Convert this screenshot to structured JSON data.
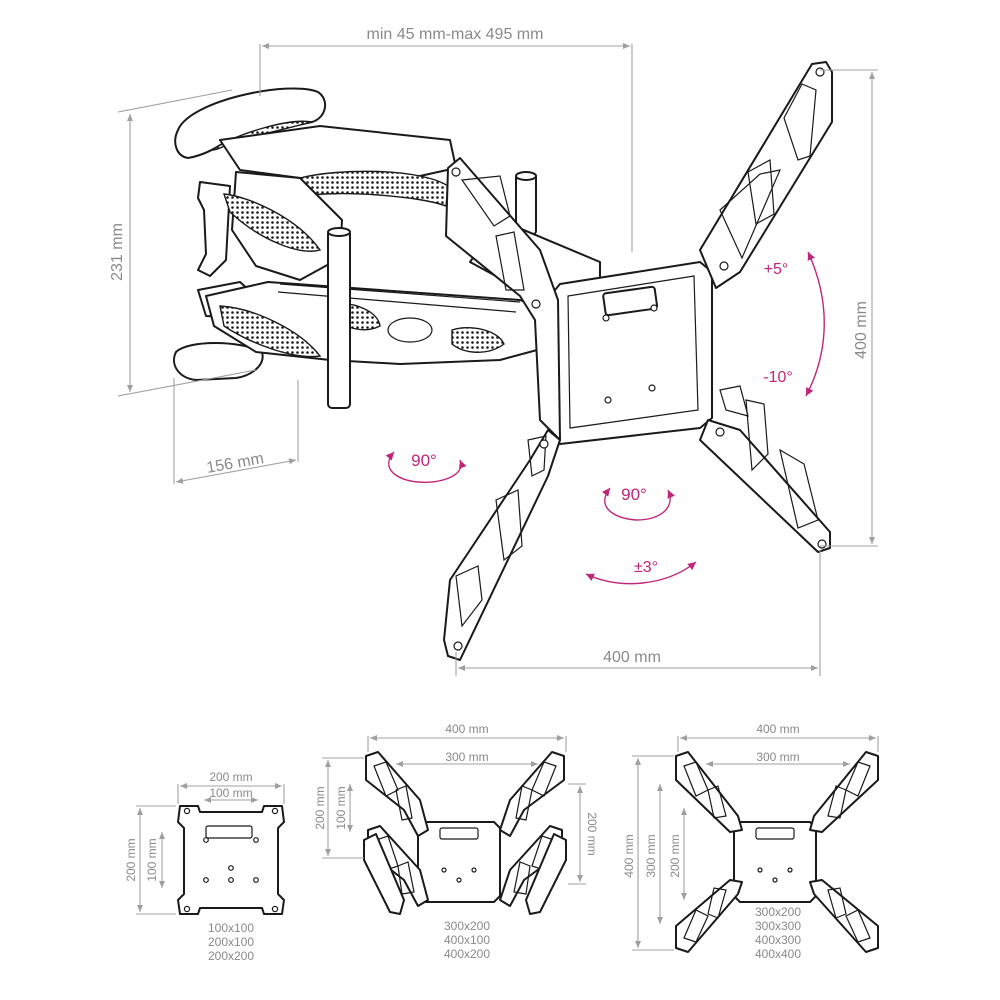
{
  "main_diagram": {
    "dimensions": {
      "depth_range": "min 45 mm-max 495 mm",
      "height_arm": "231 mm",
      "depth_wall": "156 mm",
      "plate_height": "400 mm",
      "plate_width": "400 mm"
    },
    "rotations": {
      "tilt_up": "+5°",
      "tilt_down": "-10°",
      "swivel_left": "90°",
      "swivel_right": "90°",
      "level": "±3°"
    }
  },
  "configurations": [
    {
      "outer_width": "200 mm",
      "inner_width": "100 mm",
      "outer_height": "200 mm",
      "inner_height": "100 mm",
      "patterns": [
        "100x100",
        "200x100",
        "200x200"
      ]
    },
    {
      "outer_width": "400 mm",
      "inner_width": "300 mm",
      "outer_height": "200 mm",
      "inner_height": "100 mm",
      "right_height": "200 mm",
      "patterns": [
        "300x200",
        "400x100",
        "400x200"
      ]
    },
    {
      "outer_width": "400 mm",
      "inner_width": "300 mm",
      "outer_height": "400 mm",
      "mid_height": "300 mm",
      "inner_height": "200 mm",
      "patterns": [
        "300x200",
        "300x300",
        "400x300",
        "400x400"
      ]
    }
  ],
  "colors": {
    "dimension": "#8a8a8a",
    "rotation": "#c0257a",
    "outline": "#1a1a1a"
  }
}
